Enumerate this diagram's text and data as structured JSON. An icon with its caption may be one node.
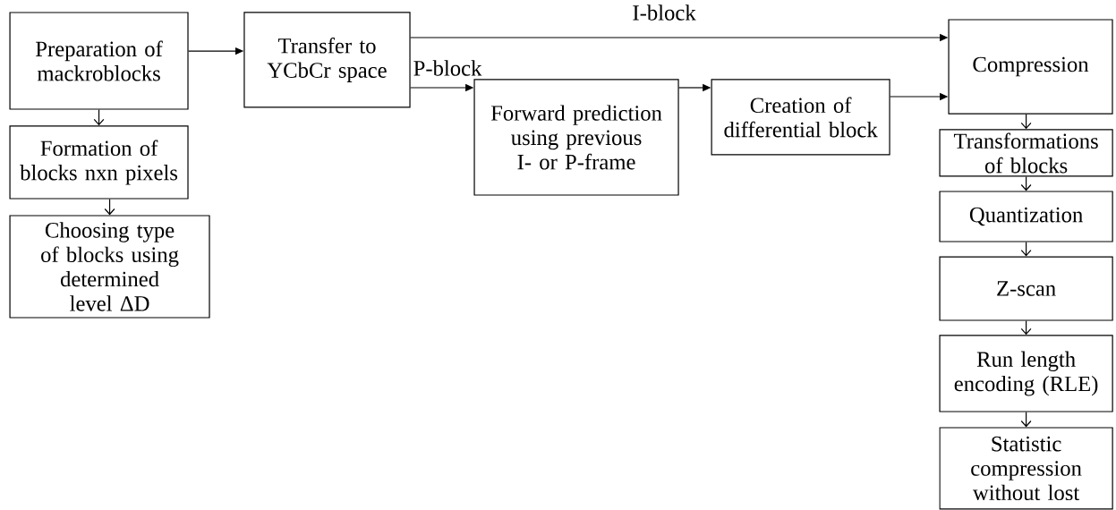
{
  "diagram": {
    "nodes": [
      {
        "text": [
          "Preparation of mackroblocks"
        ]
      },
      {
        "text": [
          "Formation of blocks nxn pixels"
        ]
      },
      {
        "text": [
          "Choosing type of blocks using determined level ΔD"
        ]
      },
      {
        "text": [
          "Transfer to YCbCr space"
        ]
      },
      {
        "text": [
          "Forward prediction using previous I- or P-frame"
        ]
      },
      {
        "text": [
          "Creation of differential block"
        ]
      },
      {
        "text": [
          "Compression"
        ]
      },
      {
        "text": [
          "Transformations of blocks"
        ]
      },
      {
        "text": [
          "Quantization"
        ]
      },
      {
        "text": [
          "Z-scan"
        ]
      },
      {
        "text": [
          "Run length encoding (RLE)"
        ]
      },
      {
        "text": [
          "Statistic compression without lost"
        ]
      }
    ],
    "edges": [
      {
        "from": 0,
        "to": 3,
        "arrow": "to"
      },
      {
        "from": 0,
        "to": 1,
        "arrow": "to"
      },
      {
        "from": 1,
        "to": 2,
        "arrow": "to"
      },
      {
        "from": 3,
        "to": 6,
        "arrow": "to",
        "label": "I-block"
      },
      {
        "from": 3,
        "to": 4,
        "arrow": "to",
        "label": "P-block"
      },
      {
        "from": 4,
        "to": 5,
        "arrow": "to"
      },
      {
        "from": 5,
        "to": 6,
        "arrow": "to"
      },
      {
        "from": 6,
        "to": 7,
        "arrow": "to"
      },
      {
        "from": 7,
        "to": 8,
        "arrow": "to"
      },
      {
        "from": 8,
        "to": 9,
        "arrow": "to"
      },
      {
        "from": 9,
        "to": 10,
        "arrow": "to"
      },
      {
        "from": 10,
        "to": 11,
        "arrow": "to"
      }
    ]
  }
}
